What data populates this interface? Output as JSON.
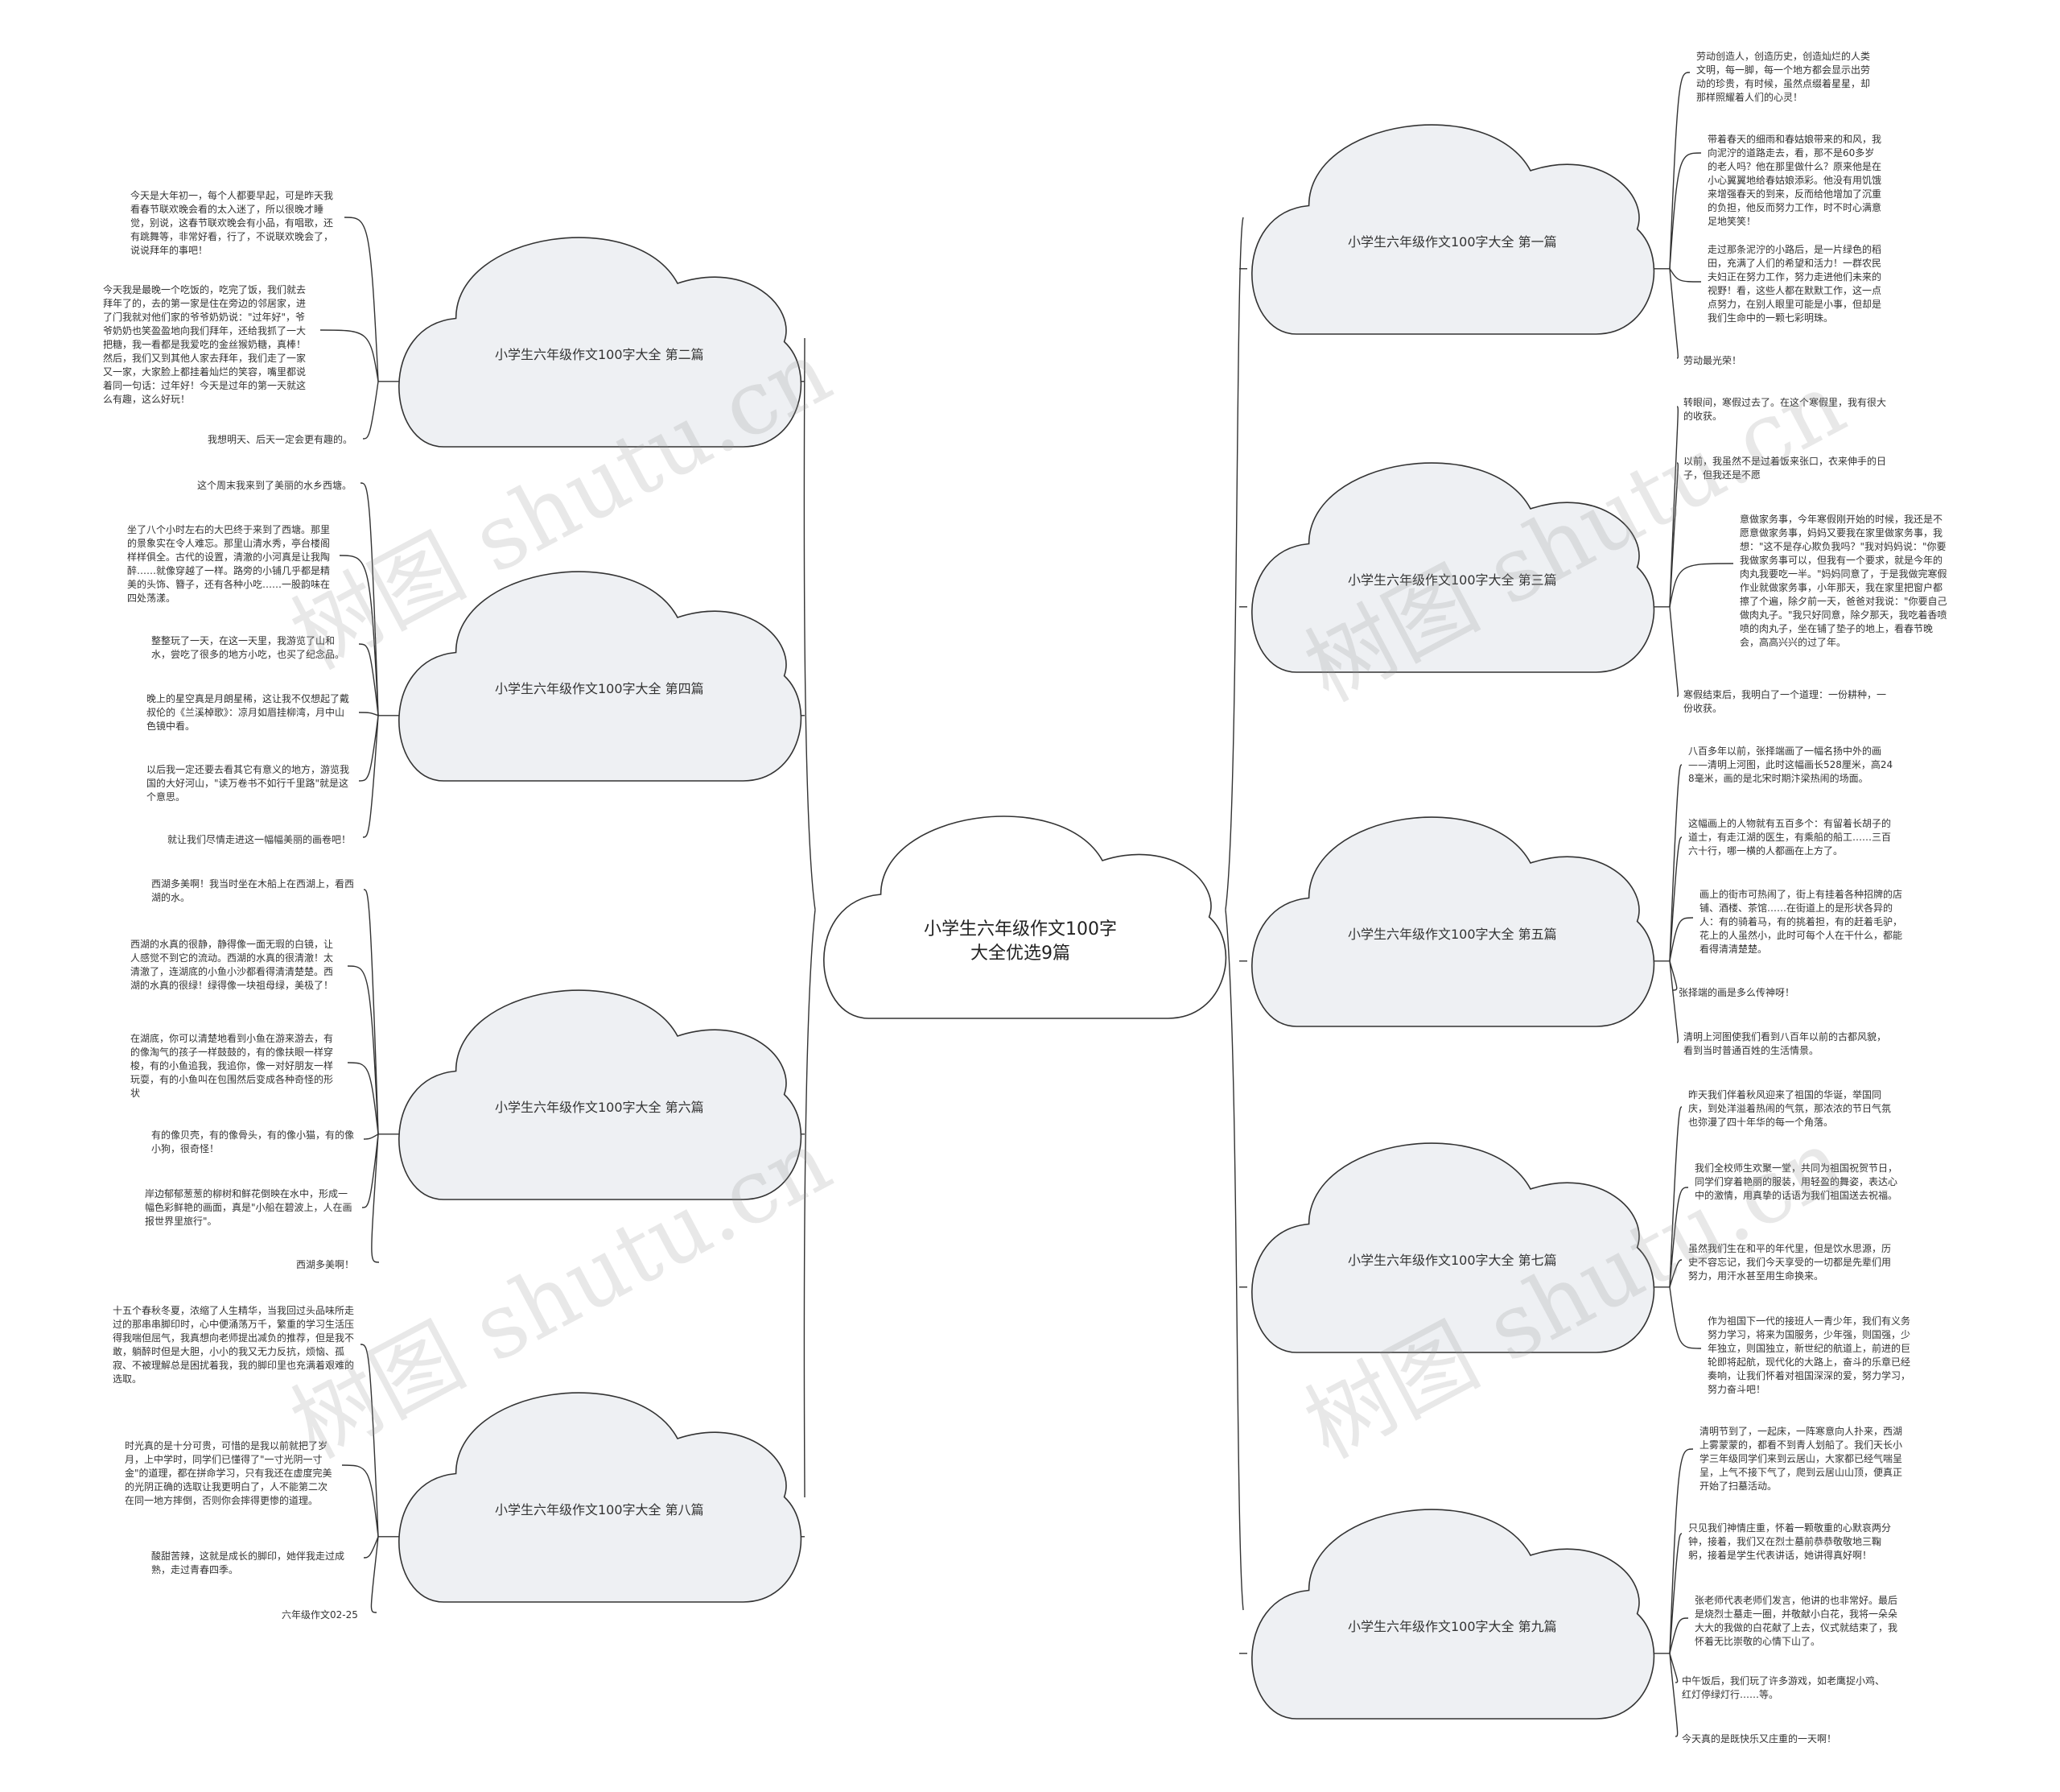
{
  "center": {
    "title": "小学生六年级作文100字大全优选9篇"
  },
  "branches": [
    {
      "title": "小学生六年级作文100字大全 第一篇",
      "leaves": [
        "劳动创造人，创造历史，创造灿烂的人类文明，每一脚，每一个地方都会显示出劳动的珍贵，有时候，虽然点缀着星星，却那样照耀着人们的心灵！",
        "带着春天的细雨和春姑娘带来的和风，我向泥泞的道路走去，看，那不是60多岁的老人吗？他在那里做什么？原来他是在小心翼翼地给春姑娘添彩。他没有用饥饿来增强春天的到来，反而给他增加了沉重的负担，他反而努力工作，时不时心满意足地笑笑！",
        "走过那条泥泞的小路后，是一片绿色的稻田，充满了人们的希望和活力！一群农民夫妇正在努力工作，努力走进他们未来的视野！看，这些人都在默默工作，这一点点努力，在别人眼里可能是小事，但却是我们生命中的一颗七彩明珠。",
        "劳动最光荣！"
      ]
    },
    {
      "title": "小学生六年级作文100字大全 第二篇",
      "leaves": [
        "今天是大年初一，每个人都要早起，可是昨天我看春节联欢晚会看的太入迷了，所以很晚才睡觉，别说，这春节联欢晚会有小品，有唱歌，还有跳舞等，非常好看，行了，不说联欢晚会了，说说拜年的事吧！",
        "今天我是最晚一个吃饭的，吃完了饭，我们就去拜年了的，去的第一家是住在旁边的邻居家，进了门我就对他们家的爷爷奶奶说：\"过年好\"，爷爷奶奶也笑盈盈地向我们拜年，还给我抓了一大把糖，我一看都是我爱吃的金丝猴奶糖，真棒！然后，我们又到其他人家去拜年，我们走了一家又一家，大家脸上都挂着灿烂的笑容，嘴里都说着同一句话：过年好！今天是过年的第一天就这么有趣，这么好玩！",
        "我想明天、后天一定会更有趣的。"
      ]
    },
    {
      "title": "小学生六年级作文100字大全 第三篇",
      "leaves": [
        "转眼间，寒假过去了。在这个寒假里，我有很大的收获。",
        "以前，我虽然不是过着饭来张口，衣来伸手的日子，但我还是不愿",
        "意做家务事，今年寒假刚开始的时候，我还是不愿意做家务事，妈妈又要我在家里做家务事，我想：\"这不是存心欺负我吗？\"我对妈妈说：\"你要我做家务事可以，但我有一个要求，就是今年的肉丸我要吃一半。\"妈妈同意了，于是我做完寒假作业就做家务事，小年那天，我在家里把窗户都擦了个遍，除夕前一天，爸爸对我说：\"你要自己做肉丸子。\"我只好同意，除夕那天，我吃着香喷喷的肉丸子，坐在铺了垫子的地上，看春节晚会，高高兴兴的过了年。",
        "寒假结束后，我明白了一个道理：一份耕种，一份收获。"
      ]
    },
    {
      "title": "小学生六年级作文100字大全 第四篇",
      "leaves": [
        "这个周末我来到了美丽的水乡西塘。",
        "坐了八个小时左右的大巴终于来到了西塘。那里的景象实在令人难忘。那里山清水秀，亭台楼阁样样俱全。古代的设置，清澈的小河真是让我陶醉……就像穿越了一样。路旁的小铺几乎都是精美的头饰、簪子，还有各种小吃……一股韵味在四处荡漾。",
        "整整玩了一天，在这一天里，我游览了山和水，尝吃了很多的地方小吃，也买了纪念品。",
        "晚上的星空真是月朗星稀，这让我不仅想起了戴叔伦的《兰溪棹歌》：凉月如眉挂柳湾，月中山色镜中看。",
        "以后我一定还要去看其它有意义的地方，游览我国的大好河山，\"读万卷书不如行千里路\"就是这个意思。",
        "就让我们尽情走进这一幅幅美丽的画卷吧！"
      ]
    },
    {
      "title": "小学生六年级作文100字大全 第五篇",
      "leaves": [
        "八百多年以前，张择端画了一幅名扬中外的画——清明上河图，此时这幅画长528厘米，高248毫米，画的是北宋时期汴梁热闹的场面。",
        "这幅画上的人物就有五百多个：有留着长胡子的道士，有走江湖的医生，有乘船的船工……三百六十行，哪一横的人都画在上方了。",
        "画上的街市可热闹了，街上有挂着各种招牌的店铺、酒楼、茶馆……在街道上的是形状各异的人：有的骑着马，有的挑着担，有的赶着毛驴，花上的人虽然小，此时可每个人在干什么，都能看得清清楚楚。",
        "张择端的画是多么传神呀！",
        "清明上河图使我们看到八百年以前的古都风貌，看到当时普通百姓的生活情景。"
      ]
    },
    {
      "title": "小学生六年级作文100字大全 第六篇",
      "leaves": [
        "西湖多美啊！我当时坐在木船上在西湖上，看西湖的水。",
        "西湖的水真的很静，静得像一面无瑕的白镜，让人感觉不到它的流动。西湖的水真的很清澈！太清澈了，连湖底的小鱼小沙都看得清清楚楚。西湖的水真的很绿！绿得像一块祖母绿，美极了！",
        "在湖底，你可以清楚地看到小鱼在游来游去，有的像淘气的孩子一样鼓鼓的，有的像扶眼一样穿梭，有的小鱼追我，我追你，像一对好朋友一样玩耍，有的小鱼叫在包围然后变成各种奇怪的形状",
        "有的像贝壳，有的像骨头，有的像小猫，有的像小狗，很奇怪！",
        "岸边郁郁葱葱的柳树和鲜花倒映在水中，形成一幅色彩鲜艳的画面，真是\"小船在碧波上，人在画报世界里旅行\"。",
        "西湖多美啊！"
      ]
    },
    {
      "title": "小学生六年级作文100字大全 第七篇",
      "leaves": [
        "昨天我们伴着秋风迎来了祖国的华诞，举国同庆，到处洋溢着热闹的气氛，那浓浓的节日气氛也弥漫了四十年华的每一个角落。",
        "我们全校师生欢聚一堂，共同为祖国祝贺节日，同学们穿着艳丽的服装，用轻盈的舞姿，表达心中的激情，用真挚的话语为我们祖国送去祝福。",
        "虽然我们生在和平的年代里，但是饮水思源，历史不容忘记，我们今天享受的一切都是先辈们用努力，用汗水甚至用生命换来。",
        "作为祖国下一代的接班人一青少年，我们有义务努力学习，将来为国服务，少年强，则国强，少年独立，则国独立，新世纪的航道上，前进的巨轮即将起航，现代化的大路上，奋斗的乐章已经奏响，让我们怀着对祖国深深的爱，努力学习，努力奋斗吧！"
      ]
    },
    {
      "title": "小学生六年级作文100字大全 第八篇",
      "leaves": [
        "十五个春秋冬夏，浓缩了人生精华，当我回过头品味所走过的那串串脚印时，心中便涌荡万千，繁重的学习生活压得我喘但屈气，我真想向老师提出减负的推荐，但是我不敢，躺醉时但是大胆，小小的我又无力反抗，烦恼、孤寂、不被理解总是困扰着我，我的脚印里也充满着艰难的选取。",
        "时光真的是十分可贵，可惜的是我以前就把了岁月，上中学时，同学们已懂得了\"一寸光阴一寸金\"的道理，都在拼命学习，只有我还在虚度完美的光阴正确的选取让我更明白了，人不能第二次在同一地方摔倒，否则你会摔得更惨的道理。",
        "酸甜苦辣，这就是成长的脚印，她伴我走过成熟，走过青春四季。",
        "六年级作文02-25"
      ]
    },
    {
      "title": "小学生六年级作文100字大全 第九篇",
      "leaves": [
        "清明节到了，一起床，一阵寒意向人扑来，西湖上雾蒙蒙的，都看不到青人划船了。我们天长小学三年级同学们来到云居山，大家都已经气喘呈呈，上气不接下气了，爬到云居山山顶，便真正开始了扫墓活动。",
        "只见我们神情庄重，怀着一颗敬重的心默哀两分钟，接着，我们又在烈士墓前恭恭敬敬地三鞠躬，接着是学生代表讲话，她讲得真好啊！",
        "张老师代表老师们发言，他讲的也非常好。最后是烧烈士墓走一圈，并敬献小白花，我将一朵朵大大的我做的白花献了上去，仪式就结束了，我怀着无比崇敬的心情下山了。",
        "中午饭后，我们玩了许多游戏，如老鹰捉小鸡、红灯停绿灯行……等。",
        "今天真的是既快乐又庄重的一天啊！"
      ]
    }
  ],
  "watermark": "树图 shutu.cn"
}
